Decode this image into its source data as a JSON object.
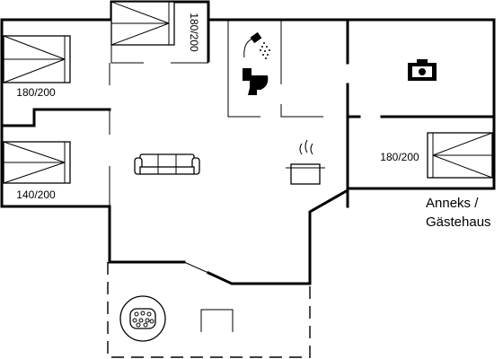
{
  "labels": {
    "bed_top": "180/200",
    "bed_left_upper": "180/200",
    "bed_left_lower": "140/200",
    "bed_annex": "180/200",
    "annex_line1": "Anneks /",
    "annex_line2": "Gästehaus"
  },
  "icons": [
    "bed-icon",
    "shower-icon",
    "toilet-icon",
    "sofa-icon",
    "cooking-pot-icon",
    "tv-icon",
    "hot-tub-icon",
    "table-icon"
  ]
}
